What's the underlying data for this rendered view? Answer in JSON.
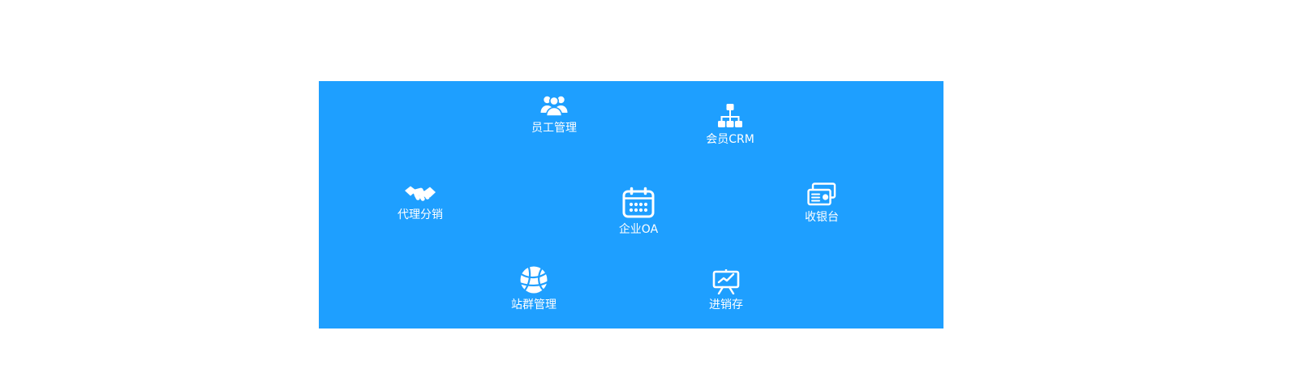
{
  "panel": {
    "background_color": "#1E9FFF",
    "text_color": "#FFFFFF",
    "features": [
      {
        "label": "员工管理",
        "icon": "users-icon"
      },
      {
        "label": "会员CRM",
        "icon": "org-chart-icon"
      },
      {
        "label": "代理分销",
        "icon": "handshake-icon"
      },
      {
        "label": "企业OA",
        "icon": "calendar-icon"
      },
      {
        "label": "收银台",
        "icon": "banknotes-icon"
      },
      {
        "label": "站群管理",
        "icon": "globe-icon"
      },
      {
        "label": "进销存",
        "icon": "whiteboard-chart-icon"
      }
    ]
  }
}
